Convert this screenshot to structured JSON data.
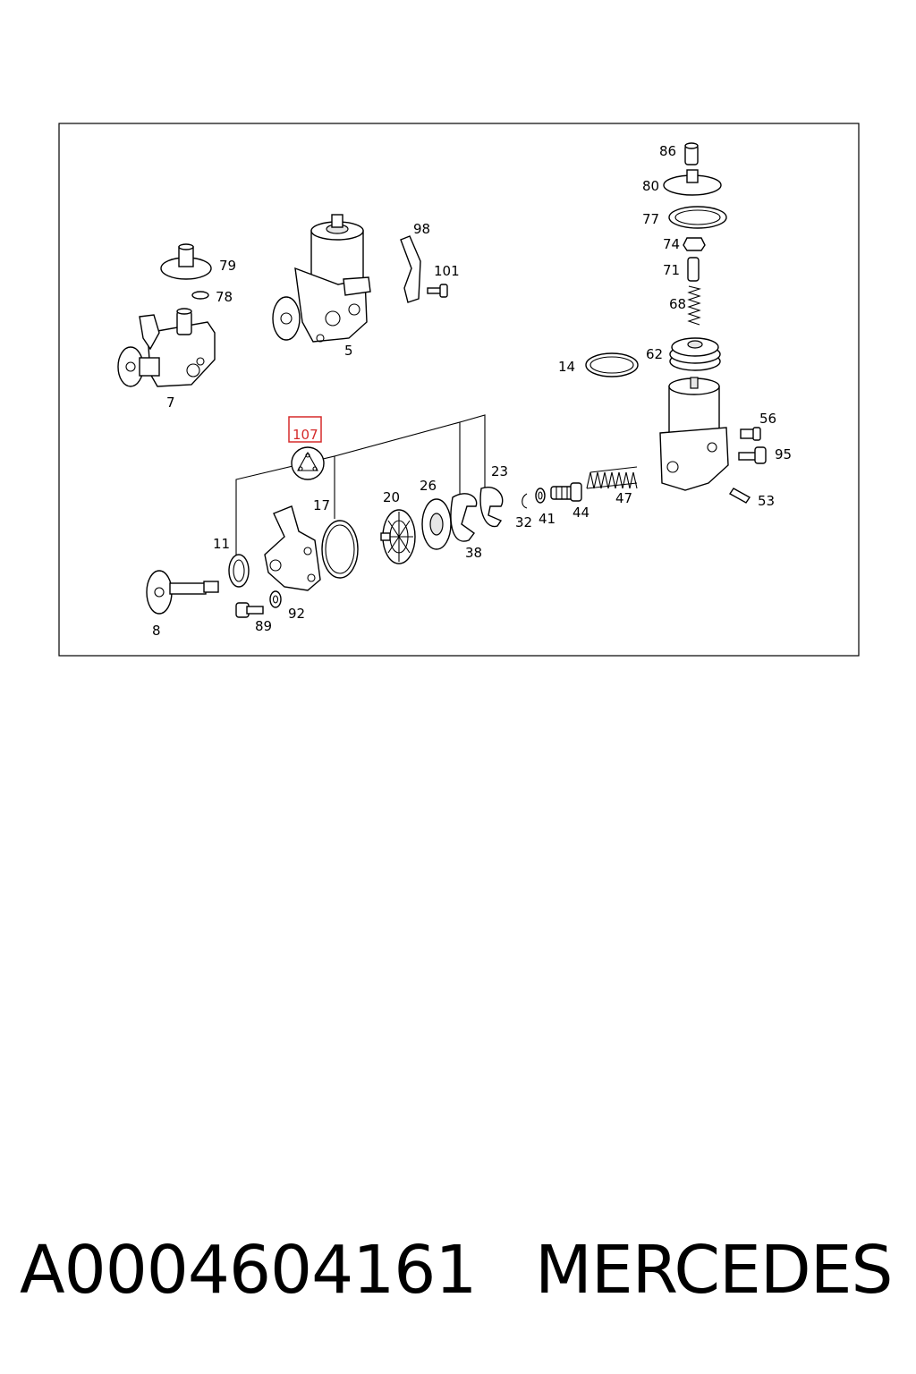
{
  "diagram": {
    "labels": [
      "86",
      "80",
      "77",
      "74",
      "71",
      "68",
      "62",
      "14",
      "79",
      "78",
      "7",
      "98",
      "101",
      "5",
      "56",
      "95",
      "53",
      "107",
      "17",
      "23",
      "20",
      "26",
      "32",
      "41",
      "44",
      "47",
      "38",
      "11",
      "8",
      "89",
      "92"
    ],
    "highlighted": "107",
    "highlight_color": "#d52b2b"
  },
  "caption": {
    "part_number": "A0004604161",
    "brand": "MERCEDES"
  }
}
